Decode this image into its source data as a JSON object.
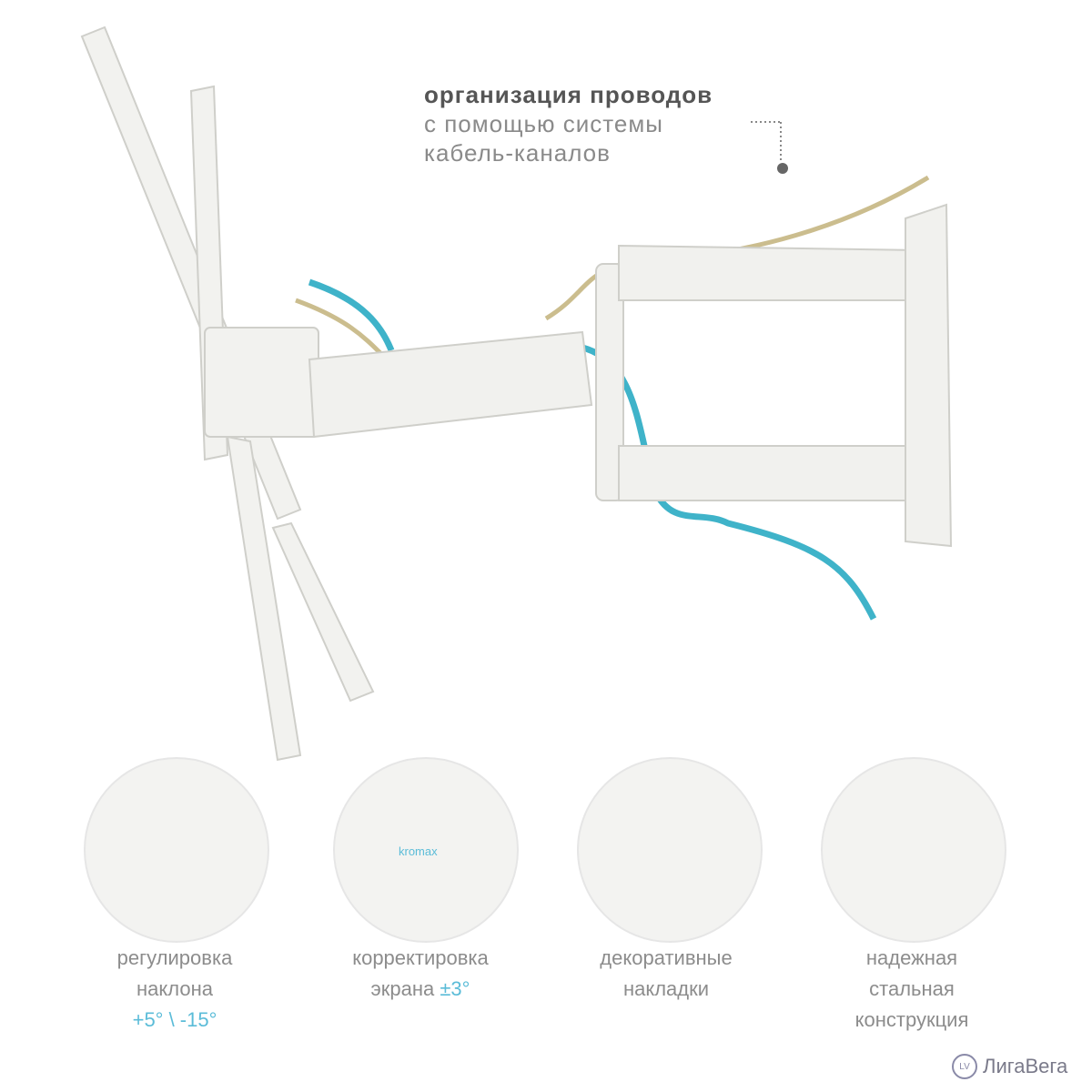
{
  "callout": {
    "line1": "организация проводов",
    "line2": "с помощью системы",
    "line3": "кабель-каналов"
  },
  "features": [
    {
      "line1": "регулировка",
      "line2": "наклона",
      "accent": "+5° \\ -15°"
    },
    {
      "line1": "корректировка",
      "line2": "экрана",
      "accent": "±3°"
    },
    {
      "line1": "декоративные",
      "line2": "накладки"
    },
    {
      "line1": "надежная",
      "line2": "стальная",
      "line3": "конструкция"
    }
  ],
  "brand_badge": "kromax",
  "watermark": {
    "mark": "LV",
    "text": "ЛигаВега"
  },
  "colors": {
    "accent": "#5bbcd8",
    "cable_blue": "#3fb3c9",
    "cable_gold": "#c8b98a",
    "mount": "#f1f1ee"
  }
}
